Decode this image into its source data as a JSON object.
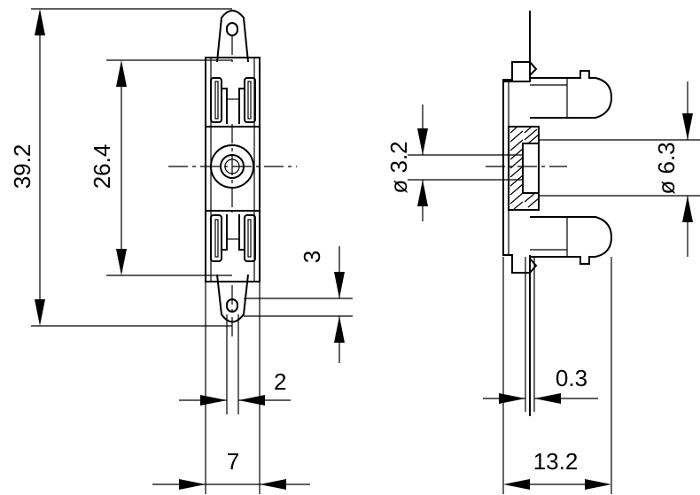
{
  "drawing": {
    "dimensions": {
      "overall_length": "39.2",
      "hole_pitch": "26.4",
      "lug_height": "3",
      "lug_width": "2",
      "body_width": "7",
      "bore_diameter": "ø 3.2",
      "outer_diameter": "ø 6.3",
      "plate_thickness": "0.3",
      "overall_depth": "13.2"
    }
  }
}
